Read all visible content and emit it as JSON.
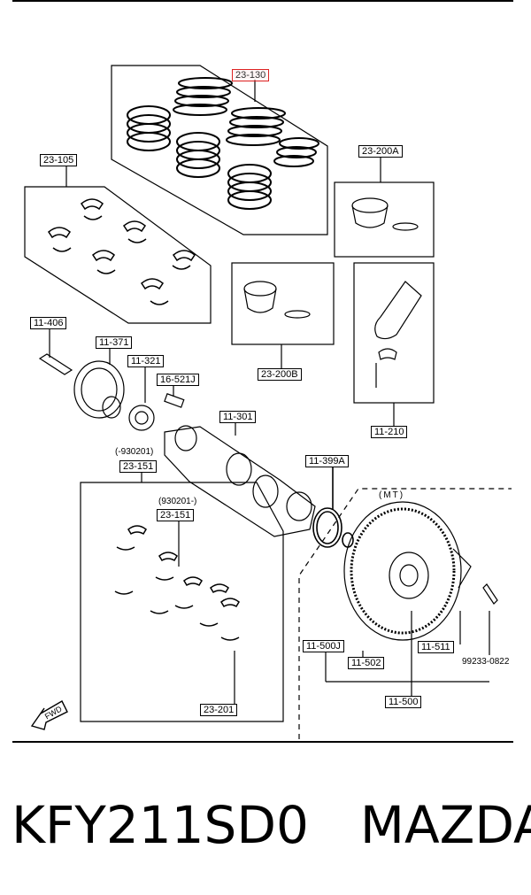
{
  "labels": {
    "l23_130": "23-130",
    "l23_105": "23-105",
    "l23_200a": "23-200A",
    "l23_200b": "23-200B",
    "l11_406": "11-406",
    "l11_371": "11-371",
    "l11_321": "11-321",
    "l16_521j": "16-521J",
    "l11_301": "11-301",
    "l11_210": "11-210",
    "l11_399a": "11-399A",
    "note_before": "(-930201)",
    "l23_151a": "23-151",
    "note_after": "(930201-)",
    "l23_151b": "23-151",
    "l23_201": "23-201",
    "mt": "(MT)",
    "l11_500j": "11-500J",
    "l11_502": "11-502",
    "l11_511": "11-511",
    "l99233": "99233-0822",
    "l11_500": "11-500",
    "fwd": "FWD"
  },
  "caption": {
    "part_number": "KFY211SD0",
    "brand": "MAZDA"
  },
  "colors": {
    "highlight": "#dd2222"
  }
}
